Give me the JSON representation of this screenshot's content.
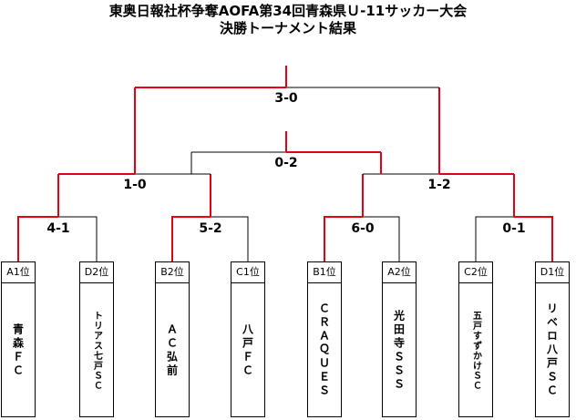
{
  "title_line1": "東奥日報社杯争奪AOFA第34回青森県Ｕ-11サッカー大会",
  "title_line2": "決勝トーナメント結果",
  "colors": {
    "winner_line": "#e60012",
    "loser_line": "#000000"
  },
  "teams": [
    {
      "seed": "A1位",
      "name": "青森ＦＣ"
    },
    {
      "seed": "D2位",
      "name": "トリアス七戸ＳＣ"
    },
    {
      "seed": "B2位",
      "name": "ＡＣ弘前"
    },
    {
      "seed": "C1位",
      "name": "八戸ＦＣ"
    },
    {
      "seed": "B1位",
      "name": "ＣＲＡＱＵＥＳ"
    },
    {
      "seed": "A2位",
      "name": "光田寺ＳＳＳ"
    },
    {
      "seed": "C2位",
      "name": "五戸すずかけＳＣ"
    },
    {
      "seed": "D1位",
      "name": "リベロ八戸ＳＣ"
    }
  ],
  "scores": {
    "qf1": "4-1",
    "qf2": "5-2",
    "qf3": "6-0",
    "qf4": "0-1",
    "sf1": "1-0",
    "sf2": "1-2",
    "third": "0-2",
    "final": "3-0"
  }
}
